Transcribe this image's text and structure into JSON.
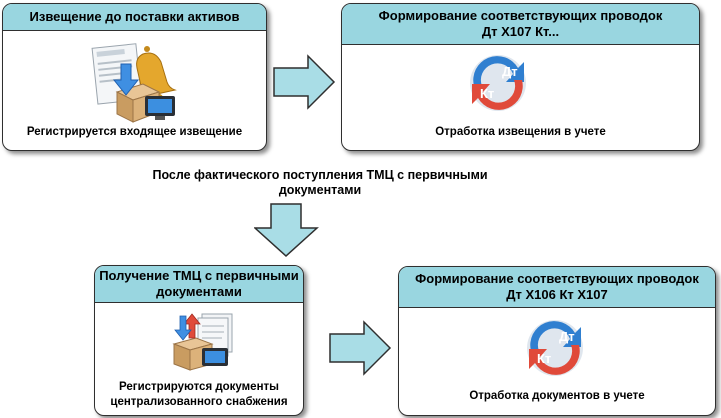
{
  "boxes": {
    "top_left": {
      "header": "Извещение до поставки активов",
      "icon": "notice-box-bell-icon",
      "caption": "Регистрируется входящее извещение"
    },
    "top_right": {
      "header_line1": "Формирование соответствующих проводок",
      "header_line2": "Дт Х107 Кт...",
      "icon": "debit-credit-icon",
      "icon_dt": "Дт",
      "icon_kt": "Кт",
      "caption": "Отработка извещения в учете"
    },
    "bottom_left": {
      "header_line1": "Получение ТМЦ с первичными",
      "header_line2": "документами",
      "icon": "documents-box-icon",
      "caption_line1": "Регистрируются документы",
      "caption_line2": "централизованного снабжения"
    },
    "bottom_right": {
      "header_line1": "Формирование соответствующих проводок",
      "header_line2": "Дт Х106 Кт Х107",
      "icon": "debit-credit-icon",
      "icon_dt": "Дт",
      "icon_kt": "Кт",
      "caption": "Отработка документов в учете"
    }
  },
  "middle_note": {
    "line1": "После фактического поступления ТМЦ с первичными",
    "line2": "документами"
  },
  "colors": {
    "header_fill": "#99d6e0",
    "arrow_fill": "#a9dde6",
    "border": "#2f2f2f",
    "dt_blue": "#2f7fd0",
    "kt_red": "#e04a3a"
  }
}
